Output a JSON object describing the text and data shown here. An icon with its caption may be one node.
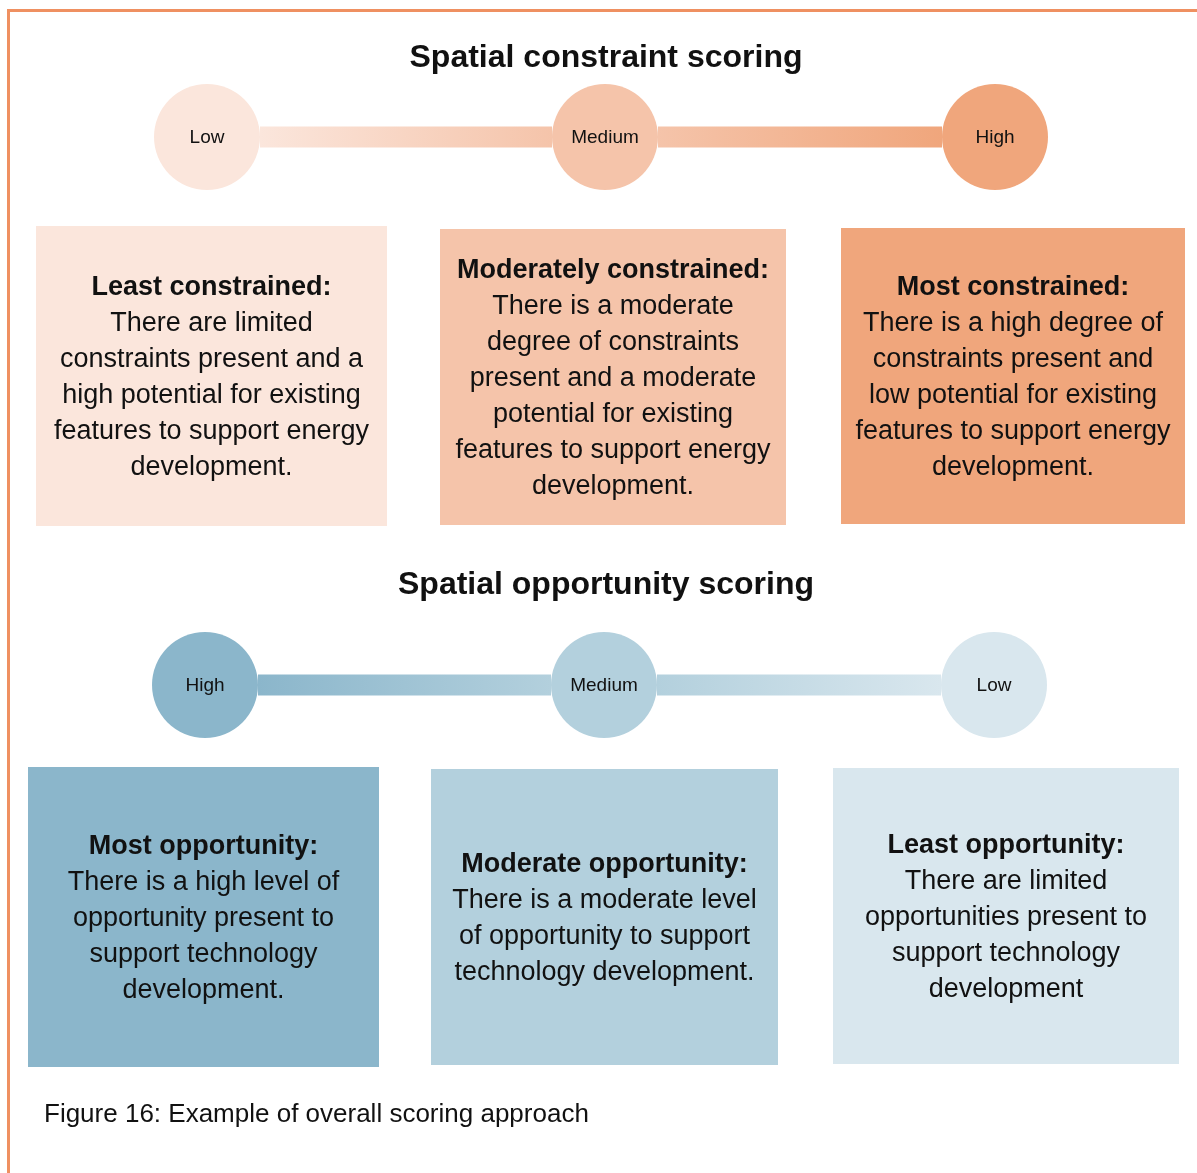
{
  "diagram": {
    "title": "Spatial constraint scoring",
    "caption": "Figure 16: Example of overall scoring approach",
    "nodes": [
      {
        "text": [
          "Low"
        ]
      },
      {
        "text": [
          "Medium"
        ]
      },
      {
        "text": [
          "High"
        ]
      },
      {
        "text": [
          "Least constrained:",
          "There are limited constraints present and a high potential for existing features to support energy development."
        ]
      },
      {
        "text": [
          "Moderately constrained:",
          "There is a moderate degree of constraints present and a moderate potential for existing features to support energy development."
        ]
      },
      {
        "text": [
          "Most constrained:",
          "There is a high degree of constraints present and low potential for existing features to support energy development."
        ]
      },
      {
        "text": [
          "High"
        ]
      },
      {
        "text": [
          "Medium"
        ]
      },
      {
        "text": [
          "Low"
        ]
      },
      {
        "text": [
          "Most opportunity:",
          "There is a high level of opportunity present to support technology development."
        ]
      },
      {
        "text": [
          "Moderate opportunity:",
          "There is a moderate level of opportunity to support technology development."
        ]
      },
      {
        "text": [
          "Least opportunity:",
          "There are limited opportunities present to support technology development"
        ]
      }
    ],
    "edges": [
      {
        "from": 0,
        "to": 1,
        "arrow": "none",
        "style": "thick"
      },
      {
        "from": 1,
        "to": 2,
        "arrow": "none",
        "style": "thick"
      },
      {
        "from": 6,
        "to": 7,
        "arrow": "none",
        "style": "thick"
      },
      {
        "from": 7,
        "to": 8,
        "arrow": "none",
        "style": "thick"
      }
    ],
    "labels": [
      "Spatial opportunity scoring"
    ]
  }
}
